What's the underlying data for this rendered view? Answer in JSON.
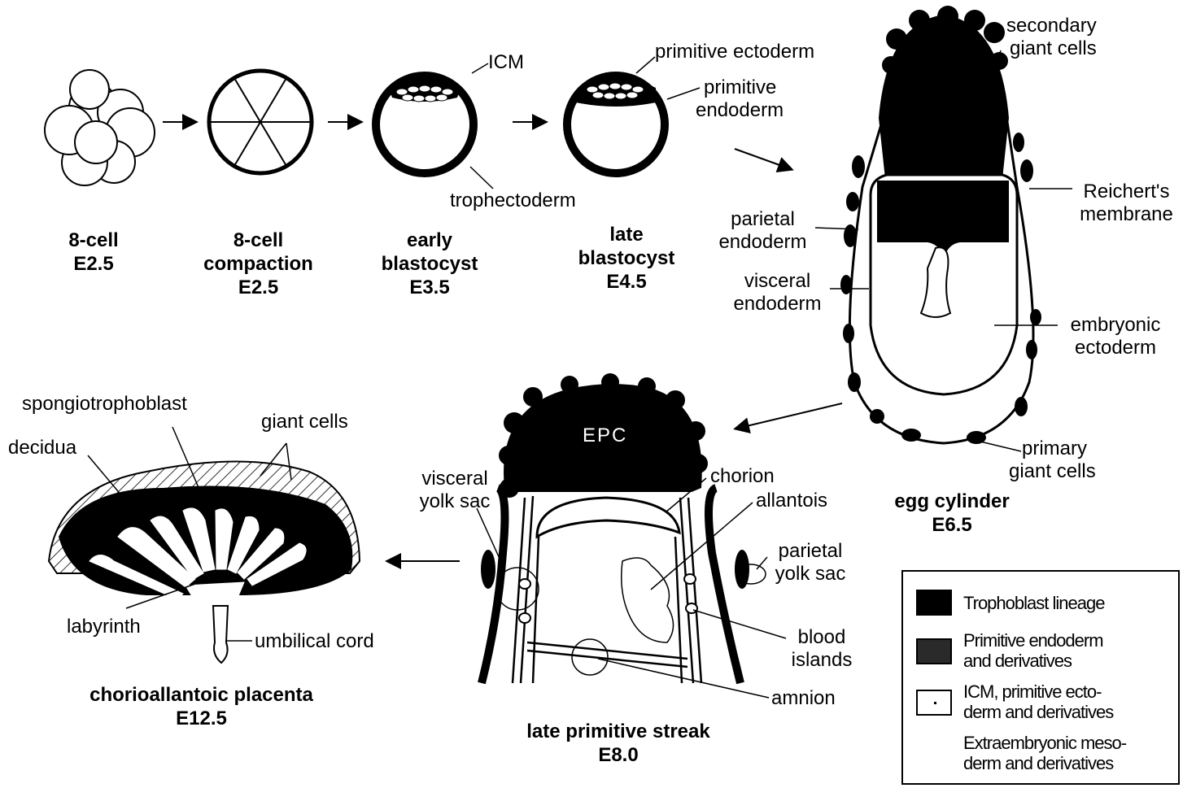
{
  "labels": {
    "icm": "ICM",
    "primitive_ectoderm": "primitive ectoderm",
    "primitive_endoderm": [
      "primitive",
      "endoderm"
    ],
    "trophectoderm": "trophectoderm",
    "secondary_giant_cells": [
      "secondary",
      "giant cells"
    ],
    "reicherts_membrane": [
      "Reichert's",
      "membrane"
    ],
    "parietal_endoderm": [
      "parietal",
      "endoderm"
    ],
    "visceral_endoderm": [
      "visceral",
      "endoderm"
    ],
    "embryonic_ectoderm": [
      "embryonic",
      "ectoderm"
    ],
    "primary_giant_cells": [
      "primary",
      "giant cells"
    ],
    "spongiotrophoblast": "spongiotrophoblast",
    "giant_cells": "giant cells",
    "decidua": "decidua",
    "labyrinth": "labyrinth",
    "umbilical_cord": "umbilical cord",
    "epc": "EPC",
    "visceral_yolk_sac": [
      "visceral",
      "yolk sac"
    ],
    "chorion": "chorion",
    "allantois": "allantois",
    "parietal_yolk_sac": [
      "parietal",
      "yolk sac"
    ],
    "blood_islands": [
      "blood",
      "islands"
    ],
    "amnion": "amnion"
  },
  "stages": [
    {
      "id": "eight-cell",
      "lines": [
        "8-cell",
        "E2.5"
      ]
    },
    {
      "id": "compaction",
      "lines": [
        "8-cell",
        "compaction",
        "E2.5"
      ]
    },
    {
      "id": "early-blastocyst",
      "lines": [
        "early",
        "blastocyst",
        "E3.5"
      ]
    },
    {
      "id": "late-blastocyst",
      "lines": [
        "late",
        "blastocyst",
        "E4.5"
      ]
    },
    {
      "id": "egg-cylinder",
      "lines": [
        "egg cylinder",
        "E6.5"
      ]
    },
    {
      "id": "primitive-streak",
      "lines": [
        "late primitive streak",
        "E8.0"
      ]
    },
    {
      "id": "placenta",
      "lines": [
        "chorioallantoic placenta",
        "E12.5"
      ]
    }
  ],
  "legend": [
    {
      "id": "trophoblast",
      "lines": [
        "Trophoblast lineage"
      ],
      "swatch": "solid"
    },
    {
      "id": "endoderm",
      "lines": [
        "Primitive endoderm",
        "and derivatives"
      ],
      "swatch": "stipple"
    },
    {
      "id": "icm",
      "lines": [
        "ICM, primitive ecto-",
        "derm and derivatives"
      ],
      "swatch": "dotted"
    },
    {
      "id": "mesoderm",
      "lines": [
        "Extraembryonic meso-",
        "derm and derivatives"
      ],
      "swatch": "none"
    }
  ],
  "colors": {
    "ink": "#000000",
    "paper": "#ffffff",
    "stipple": "#2a2a2a"
  }
}
